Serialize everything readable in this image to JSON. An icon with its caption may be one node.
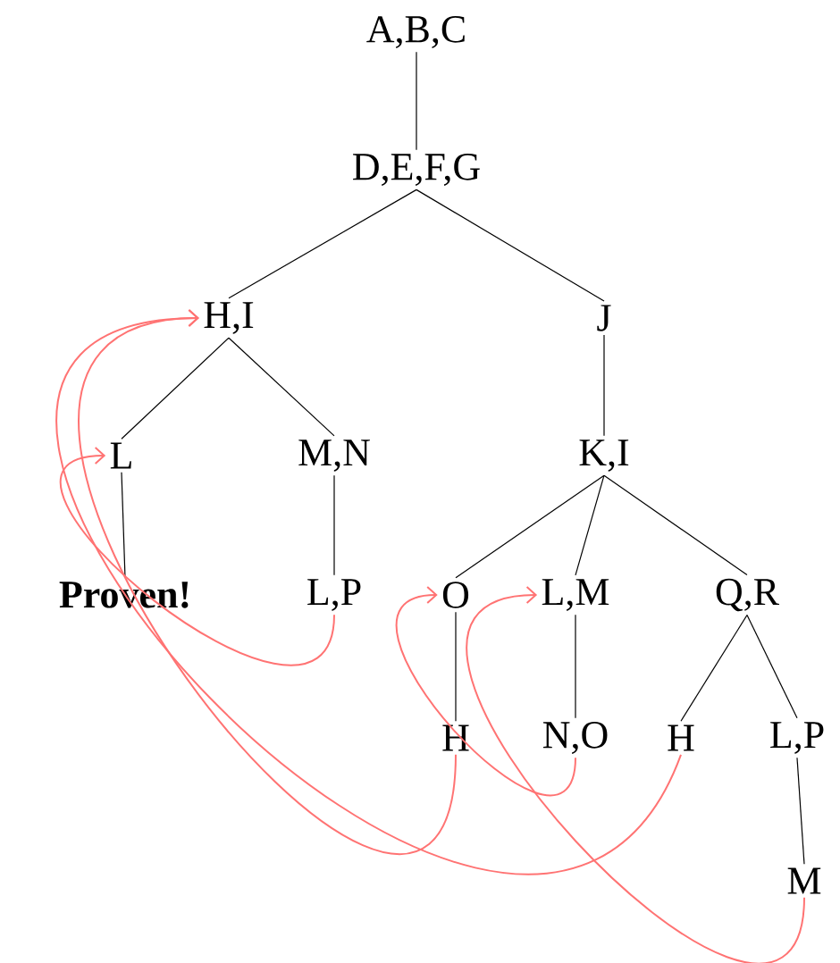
{
  "diagram": {
    "nodes": [
      {
        "text": [
          "A,B,C"
        ]
      },
      {
        "text": [
          "D,E,F,G"
        ]
      },
      {
        "text": [
          "H,I"
        ]
      },
      {
        "text": [
          "J"
        ]
      },
      {
        "text": [
          "L"
        ]
      },
      {
        "text": [
          "M,N"
        ]
      },
      {
        "text": [
          "K,I"
        ]
      },
      {
        "text": [
          "Proven!"
        ]
      },
      {
        "text": [
          "L,P"
        ]
      },
      {
        "text": [
          "O"
        ]
      },
      {
        "text": [
          "L,M"
        ]
      },
      {
        "text": [
          "Q,R"
        ]
      },
      {
        "text": [
          "H"
        ]
      },
      {
        "text": [
          "N,O"
        ]
      },
      {
        "text": [
          "H"
        ]
      },
      {
        "text": [
          "L,P"
        ]
      },
      {
        "text": [
          "M"
        ]
      }
    ],
    "edges": [
      {
        "from": 0,
        "to": 1,
        "arrow": "none"
      },
      {
        "from": 1,
        "to": 2,
        "arrow": "none"
      },
      {
        "from": 1,
        "to": 3,
        "arrow": "none"
      },
      {
        "from": 2,
        "to": 4,
        "arrow": "none"
      },
      {
        "from": 2,
        "to": 5,
        "arrow": "none"
      },
      {
        "from": 3,
        "to": 6,
        "arrow": "none"
      },
      {
        "from": 4,
        "to": 7,
        "arrow": "none"
      },
      {
        "from": 5,
        "to": 8,
        "arrow": "none"
      },
      {
        "from": 6,
        "to": 9,
        "arrow": "none"
      },
      {
        "from": 6,
        "to": 10,
        "arrow": "none"
      },
      {
        "from": 6,
        "to": 11,
        "arrow": "none"
      },
      {
        "from": 9,
        "to": 12,
        "arrow": "none"
      },
      {
        "from": 10,
        "to": 13,
        "arrow": "none"
      },
      {
        "from": 11,
        "to": 14,
        "arrow": "none"
      },
      {
        "from": 11,
        "to": 15,
        "arrow": "none"
      },
      {
        "from": 15,
        "to": 16,
        "arrow": "none"
      },
      {
        "from": 8,
        "to": 4,
        "arrow": "to",
        "color": "#ff7373"
      },
      {
        "from": 12,
        "to": 2,
        "arrow": "to",
        "color": "#ff7373"
      },
      {
        "from": 14,
        "to": 2,
        "arrow": "to",
        "color": "#ff7373"
      },
      {
        "from": 13,
        "to": 9,
        "arrow": "to",
        "color": "#ff7373"
      },
      {
        "from": 16,
        "to": 10,
        "arrow": "to",
        "color": "#ff7373"
      }
    ]
  }
}
